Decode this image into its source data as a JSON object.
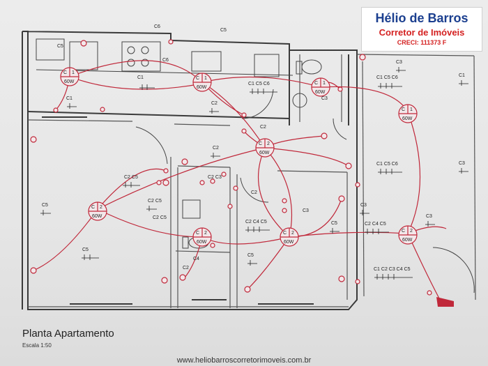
{
  "brand": {
    "name": "Hélio de Barros",
    "role": "Corretor de Imóveis",
    "creci": "CRECI: 111373 F"
  },
  "plan": {
    "title": "Planta Apartamento",
    "scale": "Escala 1:50"
  },
  "footer": {
    "website": "www.heliobarroscorretorimoveis.com.br"
  },
  "fixtures": [
    {
      "id": "f1",
      "top": "C",
      "num": "1",
      "watt": "60W"
    },
    {
      "id": "f2",
      "top": "C",
      "num": "1",
      "watt": "60W"
    },
    {
      "id": "f3",
      "top": "C",
      "num": "1",
      "watt": "60W"
    },
    {
      "id": "f4",
      "top": "C",
      "num": "1",
      "watt": "60W"
    },
    {
      "id": "f5",
      "top": "C",
      "num": "2",
      "watt": "60W"
    },
    {
      "id": "f6",
      "top": "C",
      "num": "2",
      "watt": "60W"
    },
    {
      "id": "f7",
      "top": "C",
      "num": "2",
      "watt": "60W"
    },
    {
      "id": "f8",
      "top": "C",
      "num": "2",
      "watt": "60W"
    },
    {
      "id": "f9",
      "top": "C",
      "num": "2",
      "watt": "60W"
    }
  ],
  "labels": [
    "C5",
    "C6",
    "C5",
    "C1",
    "C6",
    "C1 C5 C6",
    "C1",
    "C2",
    "C2",
    "C3",
    "C1 C5 C6",
    "C3",
    "C1",
    "C2",
    "C1 C5 C6",
    "C3",
    "C2 C5",
    "C5",
    "C2 C5",
    "C2 C5",
    "C5",
    "C2 C4 C5",
    "C2 C3",
    "C2",
    "C3",
    "C5",
    "C3",
    "C2 C4 C5",
    "C3",
    "C4",
    "C2",
    "C5",
    "C1 C2 C3 C4 C5"
  ],
  "colors": {
    "wiring": "#c0283a",
    "walls": "#3a3a3a",
    "brand_blue": "#1b3f8f",
    "brand_red": "#d42020"
  }
}
